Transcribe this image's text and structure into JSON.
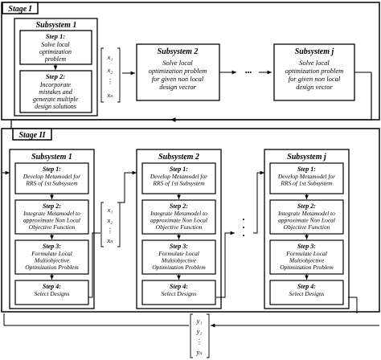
{
  "stage1": {
    "title": "Stage I",
    "subsystem1": {
      "title": "Subsystem 1",
      "step1": {
        "label": "Step 1:",
        "lines": [
          "Solve local",
          "optimization",
          "problem"
        ]
      },
      "step2": {
        "label": "Step 2:",
        "lines": [
          "Incorporate",
          "mistakes and",
          "generate multiple",
          "design solutions"
        ]
      }
    },
    "x_vector": [
      "x₁",
      "x₂",
      "⋮",
      "xₙ"
    ],
    "subsystem2": {
      "title": "Subsystem 2",
      "lines": [
        "Solve local",
        "optimization problem",
        "for given non local",
        "design vector"
      ]
    },
    "ellipsis": "•••",
    "subsystemj": {
      "title": "Subsystem j",
      "lines": [
        "Solve local",
        "optimization problem",
        "for given non local",
        "design vector"
      ]
    }
  },
  "stage2": {
    "title": "Stage II",
    "columns": [
      {
        "title": "Subsystem 1",
        "step1": {
          "label": "Step 1:",
          "lines": [
            "Develop Metamodel for",
            "RRS of 1st Subsystem"
          ]
        },
        "step2": {
          "label": "Step 2:",
          "lines": [
            "Integrate Metamodel to",
            "approximate Non Local",
            "Objective Function"
          ]
        },
        "step3": {
          "label": "Step 3:",
          "lines": [
            "Formulate Local",
            "Multiobjective",
            "Optimization Problem"
          ]
        },
        "step4": {
          "label": "Step 4:",
          "lines": [
            "Select Designs"
          ]
        }
      },
      {
        "title": "Subsystem 2",
        "step1": {
          "label": "Step 1:",
          "lines": [
            "Develop Metamodel for",
            "RRS of 1st Subsystem"
          ]
        },
        "step2": {
          "label": "Step 2:",
          "lines": [
            "Integrate Metamodel to",
            "approximate Non Local",
            "Objective Function"
          ]
        },
        "step3": {
          "label": "Step 3:",
          "lines": [
            "Formulate Local",
            "Multiobjective",
            "Optimization Problem"
          ]
        },
        "step4": {
          "label": "Step 4:",
          "lines": [
            "Select Designs"
          ]
        }
      },
      {
        "title": "Subsystem j",
        "step1": {
          "label": "Step 1:",
          "lines": [
            "Develop Metamodel for",
            "RRS of 1st Subsystem"
          ]
        },
        "step2": {
          "label": "Step 2:",
          "lines": [
            "Integrate Metamodel to",
            "approximate Non Local",
            "Objective Function"
          ]
        },
        "step3": {
          "label": "Step 3:",
          "lines": [
            "Formulate Local",
            "Multiobjective",
            "Optimization Problem"
          ]
        },
        "step4": {
          "label": "Step 4:",
          "lines": [
            "Select Designs"
          ]
        }
      }
    ],
    "x_vector": [
      "x₁",
      "x₂",
      "⋮",
      "xₙ"
    ],
    "ellipsis": "•\n•\n•",
    "y_vector": [
      "y₁",
      "y₂",
      "⋮",
      "yₙ"
    ]
  }
}
